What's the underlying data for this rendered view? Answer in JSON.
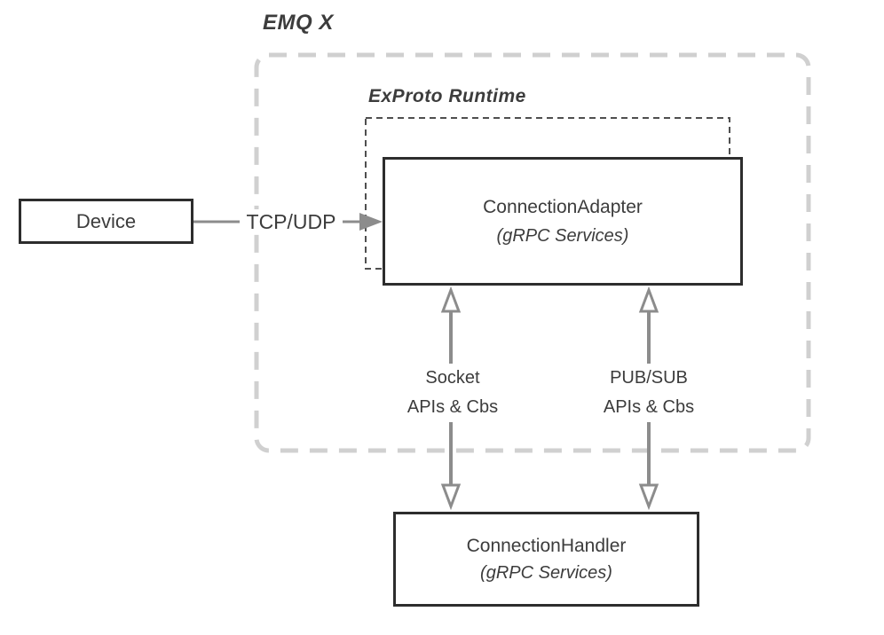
{
  "diagram": {
    "title": "EMQ X",
    "runtime_label": "ExProto Runtime",
    "device": {
      "label": "Device"
    },
    "adapter": {
      "title": "ConnectionAdapter",
      "subtitle": "(gRPC Services)"
    },
    "handler": {
      "title": "ConnectionHandler",
      "subtitle": "(gRPC Services)"
    },
    "connectors": {
      "tcp_udp": "TCP/UDP",
      "socket": {
        "line1": "Socket",
        "line2": "APIs & Cbs"
      },
      "pubsub": {
        "line1": "PUB/SUB",
        "line2": "APIs & Cbs"
      }
    },
    "colors": {
      "box_border": "#2d2d2d",
      "text": "#3c3c3c",
      "arrow": "#8c8c8c",
      "outer_dash": "#d0d0d0",
      "inner_dash": "#4f4f4f",
      "bg": "#ffffff"
    }
  }
}
